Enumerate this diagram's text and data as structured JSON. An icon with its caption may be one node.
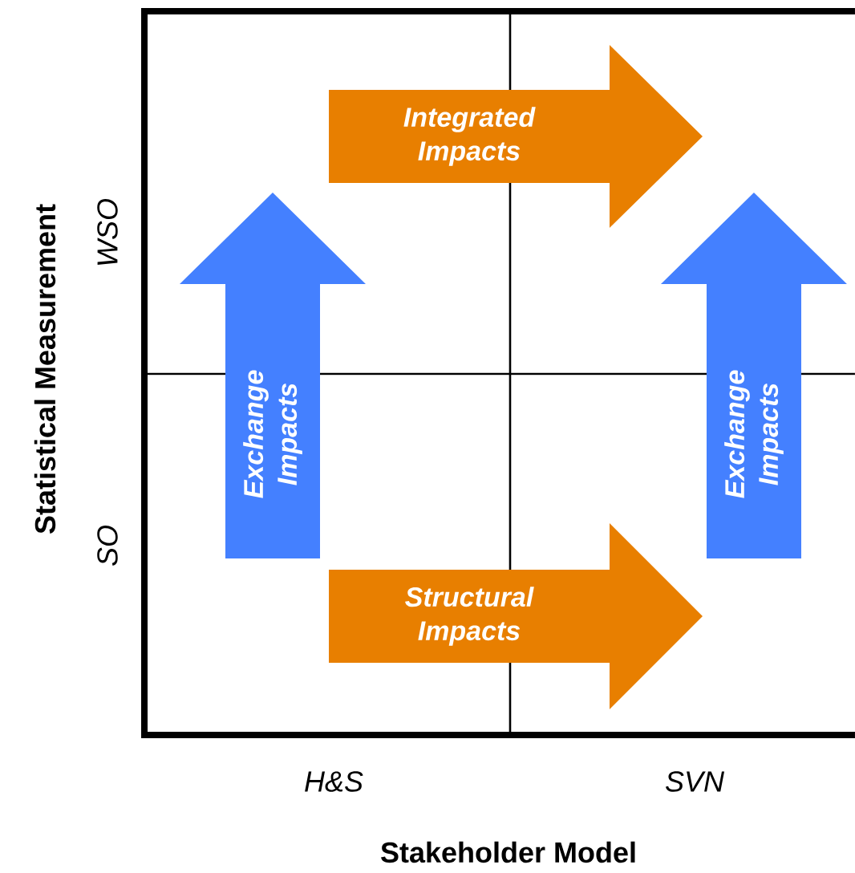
{
  "diagram": {
    "nodes": [
      {
        "text": [
          "Integrated Impacts"
        ]
      },
      {
        "text": [
          "Exchange Impacts"
        ]
      },
      {
        "text": [
          "Exchange Impacts"
        ]
      },
      {
        "text": [
          "Structural Impacts"
        ]
      }
    ],
    "labels": [
      "Statistical Measurement",
      "WSO",
      "SO",
      "H&S",
      "SVN",
      "Stakeholder Model"
    ]
  }
}
